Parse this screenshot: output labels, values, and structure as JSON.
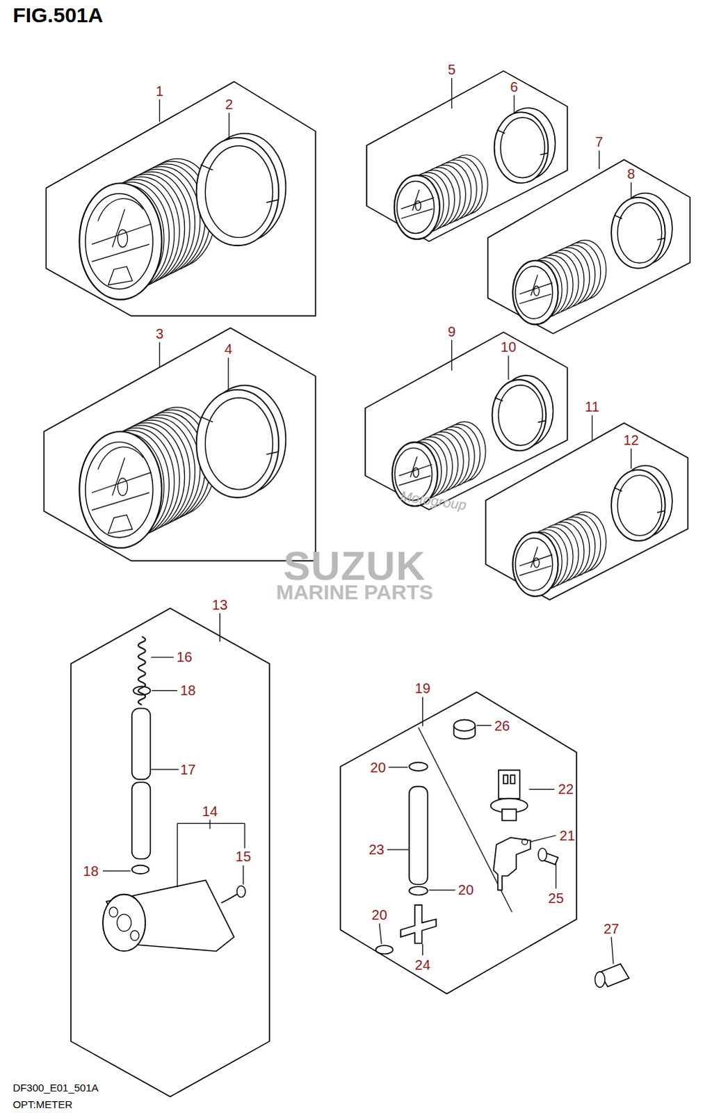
{
  "diagram": {
    "title": "FIG.501A",
    "caption": "OPT:METER",
    "labels": [
      "1",
      "2",
      "3",
      "4",
      "5",
      "6",
      "7",
      "8",
      "9",
      "10",
      "11",
      "12",
      "13",
      "16",
      "18",
      "17",
      "14",
      "15",
      "18",
      "19",
      "26",
      "20",
      "22",
      "21",
      "23",
      "20",
      "25",
      "20",
      "24",
      "27",
      "Motogroup",
      "SUZUK",
      "MARINE PARTS",
      "DF300_E01_501A"
    ]
  }
}
